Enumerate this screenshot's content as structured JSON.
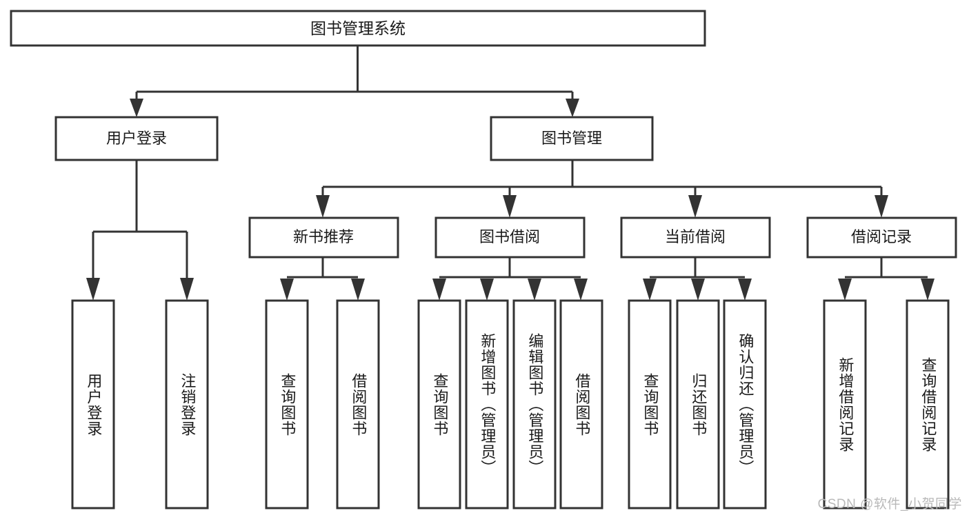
{
  "diagram": {
    "type": "tree-hierarchy",
    "title": "图书管理系统",
    "colors": {
      "background": "#ffffff",
      "box_fill": "#ffffff",
      "stroke": "#333333",
      "text": "#1a1a1a",
      "watermark": "#b9b9b9"
    },
    "root": {
      "label": "图书管理系统"
    },
    "level2": [
      {
        "label": "用户登录"
      },
      {
        "label": "图书管理"
      }
    ],
    "level3": [
      {
        "label": "新书推荐"
      },
      {
        "label": "图书借阅"
      },
      {
        "label": "当前借阅"
      },
      {
        "label": "借阅记录"
      }
    ],
    "leaves": {
      "user_login": [
        {
          "label": "用户登录"
        },
        {
          "label": "注销登录"
        }
      ],
      "new_book_recommend": [
        {
          "label": "查询图书"
        },
        {
          "label": "借阅图书"
        }
      ],
      "book_borrow": [
        {
          "label": "查询图书"
        },
        {
          "label": "新增图书（管理员）"
        },
        {
          "label": "编辑图书（管理员）"
        },
        {
          "label": "借阅图书"
        }
      ],
      "current_borrow": [
        {
          "label": "查询图书"
        },
        {
          "label": "归还图书"
        },
        {
          "label": "确认归还（管理员）"
        }
      ],
      "borrow_record": [
        {
          "label": "新增借阅记录"
        },
        {
          "label": "查询借阅记录"
        }
      ]
    }
  },
  "watermark": {
    "text": "CSDN @软件_小贺同学"
  }
}
